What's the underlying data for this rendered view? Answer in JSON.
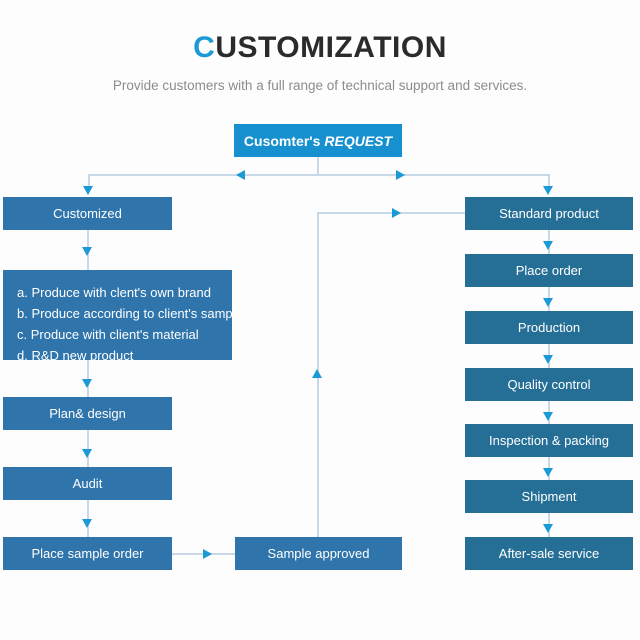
{
  "header": {
    "title_accent": "C",
    "title_rest": "USTOMIZATION",
    "subtitle": "Provide customers with a full range of technical support and services."
  },
  "colors": {
    "root_box": "#1790cf",
    "left_box": "#2f74ab",
    "right_box": "#256f96",
    "connector": "#c8d8e6",
    "arrow": "#1b9ad6",
    "title_accent": "#1b9ad6",
    "title_text": "#2b2b2b",
    "subtitle_text": "#8c8c8c",
    "background": "#fdfdfd"
  },
  "root": {
    "label_bold": "Cusomter's",
    "label_italic": "REQUEST"
  },
  "branches": {
    "customized_label": "Customized",
    "standard_label": "Standard product"
  },
  "customized_options": [
    "a. Produce with clent's own brand",
    "b. Produce according to client's sample",
    "c. Produce with client's material",
    "d. R&D new product"
  ],
  "left_flow": [
    "Plan& design",
    "Audit",
    "Place sample order"
  ],
  "sample_approved": "Sample approved",
  "right_flow": [
    "Place order",
    "Production",
    "Quality control",
    "Inspection & packing",
    "Shipment",
    "After-sale service"
  ]
}
